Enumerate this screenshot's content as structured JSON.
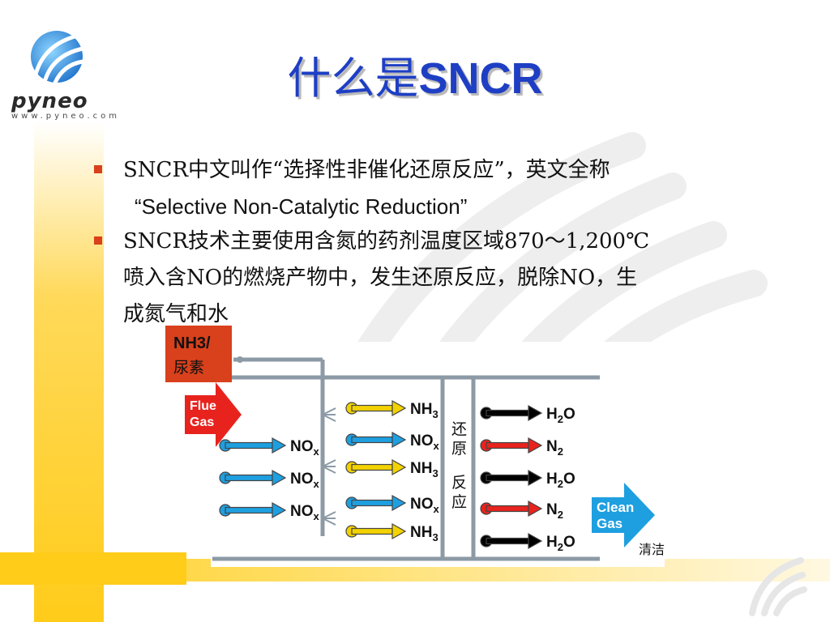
{
  "logo": {
    "name": "pyneo",
    "url": "www.pyneo.com"
  },
  "title": {
    "part1": "什么是",
    "part2": "SNCR"
  },
  "bullets": [
    {
      "line1": "SNCR中文叫作“选择性非催化还原反应”，英文全称",
      "line2": "“Selective Non-Catalytic Reduction”"
    },
    {
      "line1": "SNCR技术主要使用含氮的药剂温度区域870～1,200℃",
      "line2": "喷入含NO的燃烧产物中，发生还原反应，脱除NO，生",
      "line3": "成氮气和水"
    }
  ],
  "diagram": {
    "reagent_label_1": "NH3/",
    "reagent_label_2": "尿素",
    "flue_gas_1": "Flue",
    "flue_gas_2": "Gas",
    "clean_gas_1": "Clean",
    "clean_gas_2": "Gas",
    "clean_gas_cn": "清洁烟气",
    "reaction_zone": [
      "还",
      "原",
      "反",
      "应"
    ],
    "inlet_molecules": [
      "NO",
      "NO",
      "NO"
    ],
    "inlet_sub": "x",
    "mid_molecules": [
      {
        "base": "NH",
        "sub": "3",
        "type": "reagent"
      },
      {
        "base": "NO",
        "sub": "x",
        "type": "nox"
      },
      {
        "base": "NH",
        "sub": "3",
        "type": "reagent"
      },
      {
        "base": "NO",
        "sub": "x",
        "type": "nox"
      },
      {
        "base": "NH",
        "sub": "3",
        "type": "reagent"
      }
    ],
    "outlet_molecules": [
      {
        "pre": "H",
        "sub": "2",
        "post": "O",
        "type": "water"
      },
      {
        "pre": "N",
        "sub": "2",
        "post": "",
        "type": "nitrogen"
      },
      {
        "pre": "H",
        "sub": "2",
        "post": "O",
        "type": "water"
      },
      {
        "pre": "N",
        "sub": "2",
        "post": "",
        "type": "nitrogen"
      },
      {
        "pre": "H",
        "sub": "2",
        "post": "O",
        "type": "water"
      }
    ],
    "colors": {
      "nox": "#1e9fe0",
      "reagent": "#f2d200",
      "nitrogen": "#e8231e",
      "reagent_box": "#d9401c",
      "flue_gas": "#e8231e",
      "clean_gas": "#1e9fe0"
    }
  }
}
